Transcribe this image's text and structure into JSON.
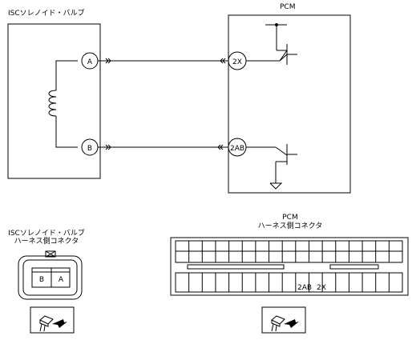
{
  "schematic": {
    "isc_label": "ISCソレノイド・バルブ",
    "pcm_label": "PCM",
    "isc_terminals": [
      "A",
      "B"
    ],
    "pcm_terminals": [
      "2X",
      "2AB"
    ]
  },
  "connectors": {
    "isc": {
      "title_line1": "ISCソレノイド・バルブ",
      "title_line2": "ハーネス側コネクタ",
      "pins": [
        "B",
        "A"
      ]
    },
    "pcm": {
      "title_line1": "PCM",
      "title_line2": "ハーネス側コネクタ",
      "pins": [
        "2AB",
        "2X"
      ]
    }
  }
}
